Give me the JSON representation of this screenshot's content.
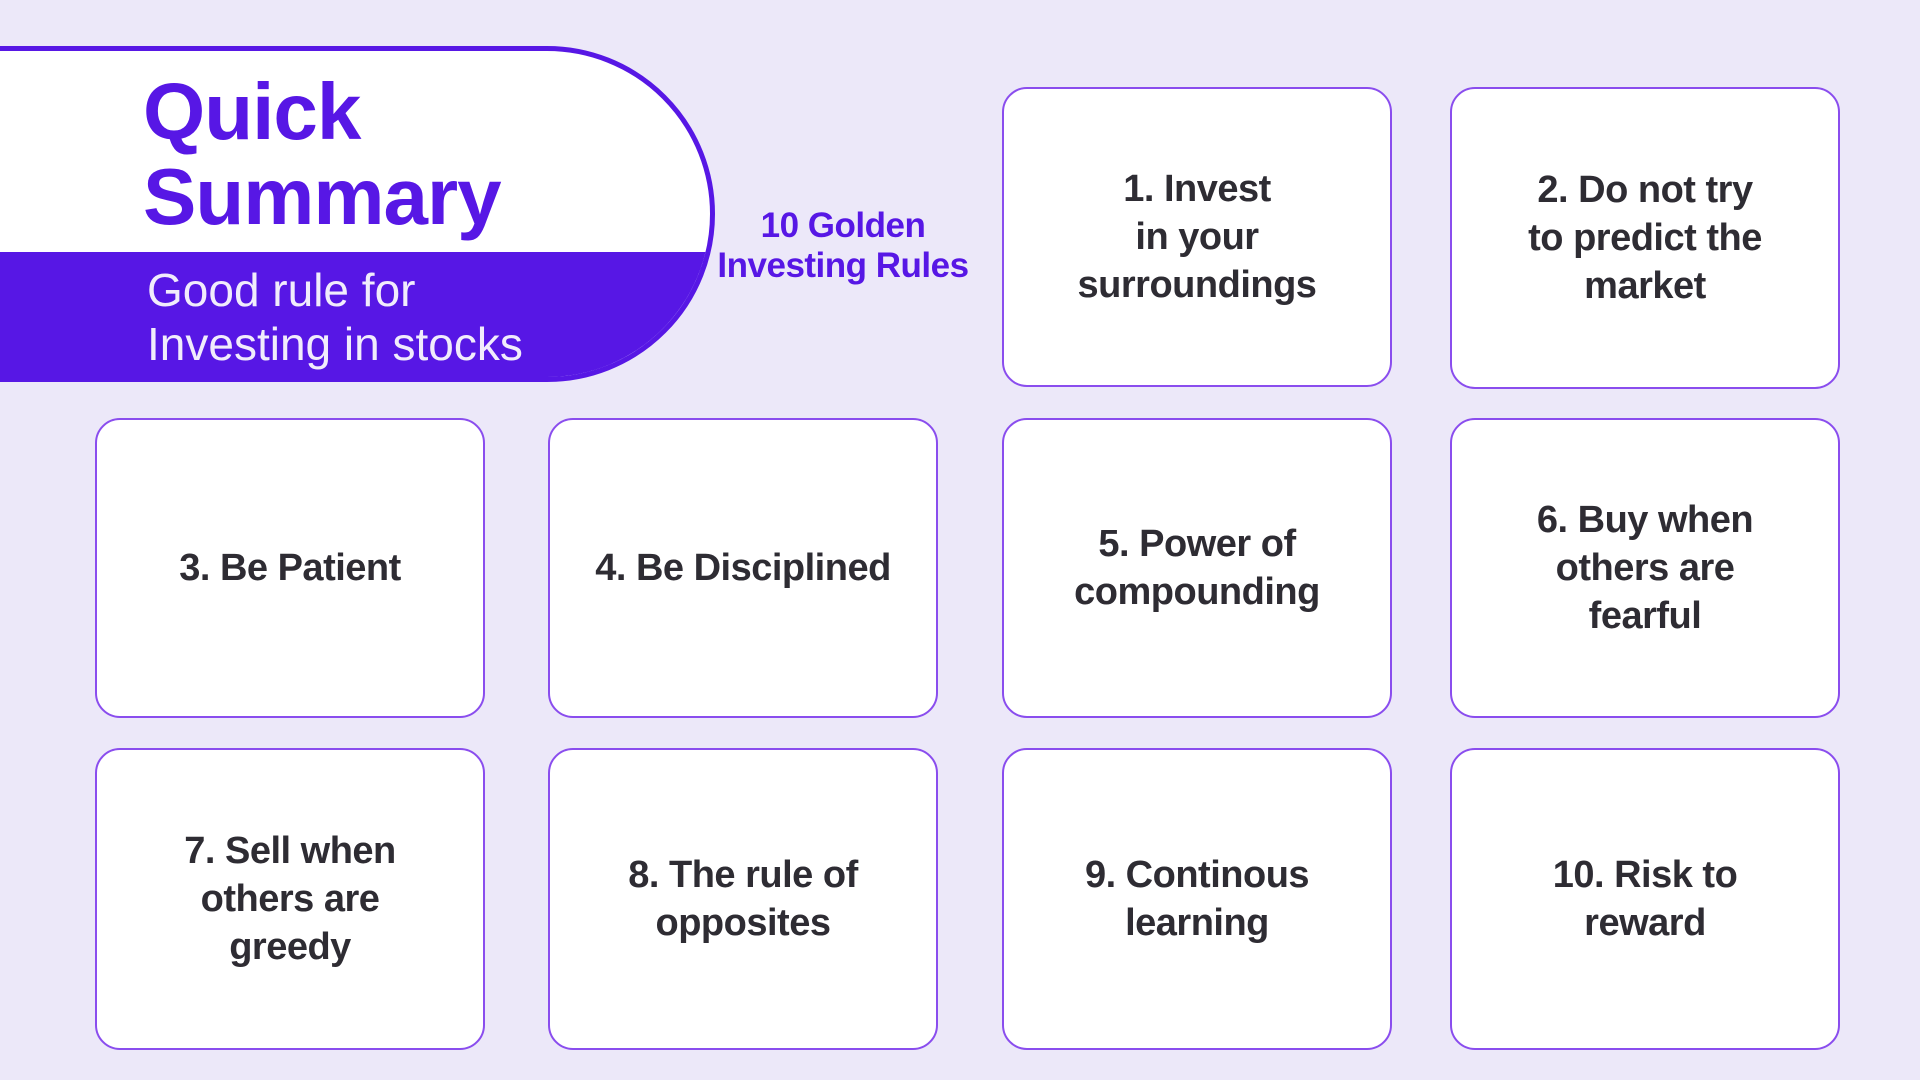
{
  "colors": {
    "background": "#ece8f9",
    "accent": "#5717e5",
    "card_border": "#8a4dee",
    "card_text": "#2e2c33",
    "card_background": "#ffffff",
    "subtitle_text": "#f1ecfc"
  },
  "header": {
    "title": "Quick\nSummary",
    "subtitle": "Good rule for\nInvesting in stocks"
  },
  "tagline": "10 Golden\nInvesting Rules",
  "cards": [
    {
      "label": "1. Invest\nin your\nsurroundings"
    },
    {
      "label": "2. Do not try\nto predict the\nmarket"
    },
    {
      "label": "3. Be Patient"
    },
    {
      "label": "4. Be Disciplined"
    },
    {
      "label": "5. Power of\ncompounding"
    },
    {
      "label": "6. Buy when\nothers are\nfearful"
    },
    {
      "label": "7. Sell when\nothers are\ngreedy"
    },
    {
      "label": "8. The rule of\nopposites"
    },
    {
      "label": "9. Continous\nlearning"
    },
    {
      "label": "10. Risk to\nreward"
    }
  ]
}
